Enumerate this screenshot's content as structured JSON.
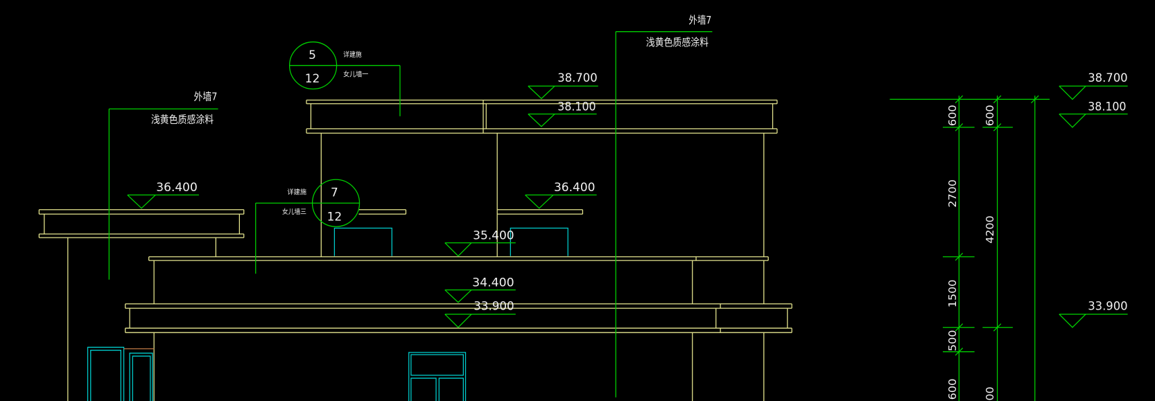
{
  "drawing": {
    "colors": {
      "background": "#000000",
      "outline": "#e6e68f",
      "leader": "#00d000",
      "window": "#00cccc",
      "text": "#f0f0f0",
      "accent": "#b07040"
    },
    "notes": [
      {
        "wall_label": "外墙7",
        "material": "浅黄色质感涂料"
      },
      {
        "wall_label": "外墙7",
        "material": "浅黄色质感涂料"
      }
    ],
    "detail_callouts": [
      {
        "number": "5",
        "sheet": "12",
        "ref": "详建施",
        "name": "女儿墙一"
      },
      {
        "number": "7",
        "sheet": "12",
        "ref": "详建施",
        "name": "女儿墙三"
      }
    ],
    "elevations": {
      "upper_roof_top": "38.700",
      "upper_roof_slab": "38.100",
      "left_roof": "36.400",
      "parapet_right": "36.400",
      "terrace": "35.400",
      "middle_roof": "34.400",
      "lower_roof": "33.900"
    },
    "side_elevations": {
      "top": "38.700",
      "slab": "38.100",
      "lower": "33.900"
    },
    "dimensions": {
      "inner_chain": [
        "600",
        "2700",
        "1500",
        "500",
        "600"
      ],
      "outer_chain": [
        "600",
        "4200",
        "00"
      ]
    }
  }
}
